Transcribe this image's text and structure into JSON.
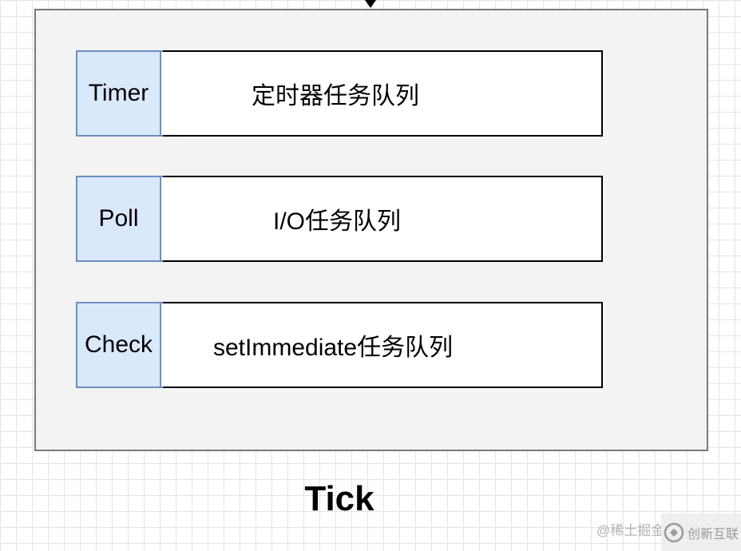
{
  "diagram": {
    "phases": [
      {
        "tag": "Timer",
        "description": "定时器任务队列"
      },
      {
        "tag": "Poll",
        "description": "I/O任务队列"
      },
      {
        "tag": "Check",
        "description": "setImmediate任务队列"
      }
    ],
    "caption": "Tick"
  },
  "watermark": {
    "site_text": "@稀土掘金",
    "logo_text": "创新互联",
    "logo_icon": "cdcxhl-logo-icon"
  },
  "colors": {
    "tag_fill": "#dae8fc",
    "tag_border": "#6c8ebf",
    "container_fill": "#f3f3f3"
  }
}
